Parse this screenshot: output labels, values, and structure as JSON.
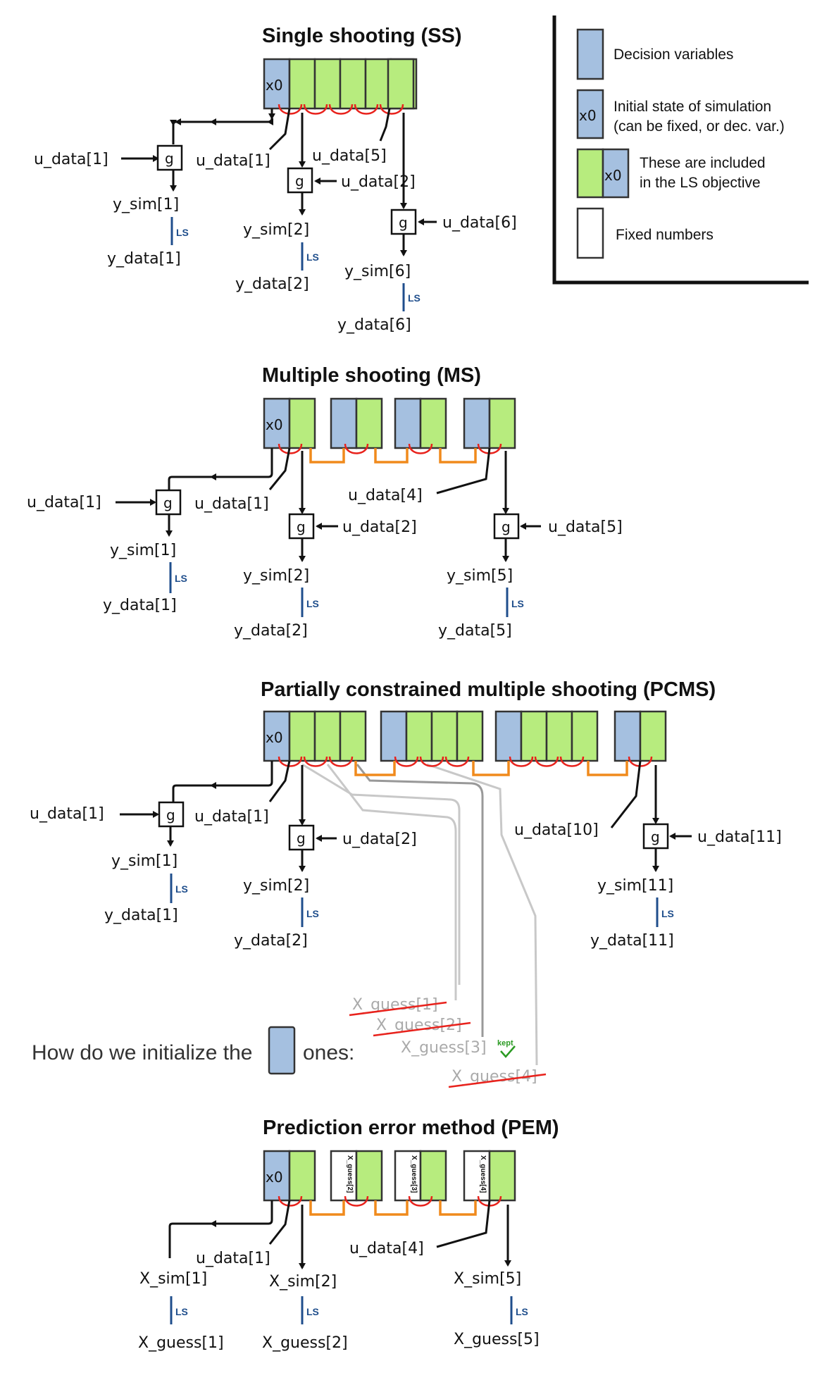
{
  "legend": {
    "decision_variables": "Decision variables",
    "initial_state_1": "Initial state of simulation",
    "initial_state_2": "(can be fixed, or dec. var.)",
    "ls_objective_1": "These are included",
    "ls_objective_2": "in the LS objective",
    "fixed_numbers": "Fixed numbers",
    "x0": "x0"
  },
  "common": {
    "x0": "x0",
    "g": "g",
    "ls": "LS"
  },
  "ss": {
    "title": "Single shooting (SS)",
    "u1_left": "u_data[1]",
    "u1_mid": "u_data[1]",
    "u5": "u_data[5]",
    "u2": "u_data[2]",
    "u6": "u_data[6]",
    "ysim1": "y_sim[1]",
    "ydata1": "y_data[1]",
    "ysim2": "y_sim[2]",
    "ydata2": "y_data[2]",
    "ysim6": "y_sim[6]",
    "ydata6": "y_data[6]"
  },
  "ms": {
    "title": "Multiple shooting (MS)",
    "u1_left": "u_data[1]",
    "u1_mid": "u_data[1]",
    "u4": "u_data[4]",
    "u2": "u_data[2]",
    "u5": "u_data[5]",
    "ysim1": "y_sim[1]",
    "ydata1": "y_data[1]",
    "ysim2": "y_sim[2]",
    "ydata2": "y_data[2]",
    "ysim5": "y_sim[5]",
    "ydata5": "y_data[5]"
  },
  "pcms": {
    "title": "Partially constrained multiple shooting (PCMS)",
    "u1_left": "u_data[1]",
    "u1_mid": "u_data[1]",
    "u2": "u_data[2]",
    "u10": "u_data[10]",
    "u11": "u_data[11]",
    "ysim1": "y_sim[1]",
    "ydata1": "y_data[1]",
    "ysim2": "y_sim[2]",
    "ydata2": "y_data[2]",
    "ysim11": "y_sim[11]",
    "ydata11": "y_data[11]",
    "question_pre": "How do we initialize the",
    "question_post": "ones:",
    "guess1": "X_guess[1]",
    "guess2": "X_guess[2]",
    "guess3": "X_guess[3]",
    "guess4": "X_guess[4]",
    "kept": "kept"
  },
  "pem": {
    "title": "Prediction error method (PEM)",
    "u1": "u_data[1]",
    "u4": "u_data[4]",
    "xsim1": "X_sim[1]",
    "xguess1": "X_guess[1]",
    "xsim2": "X_sim[2]",
    "xguess2": "X_guess[2]",
    "xsim5": "X_sim[5]",
    "xguess5": "X_guess[5]",
    "cell_guess2": "X_guess[2]",
    "cell_guess3": "X_guess[3]",
    "cell_guess4": "X_guess[4]"
  }
}
